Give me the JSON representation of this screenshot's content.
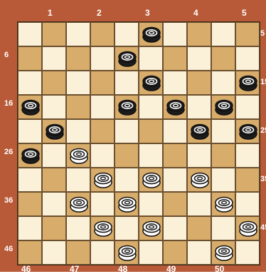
{
  "labels": {
    "top": [
      "1",
      "2",
      "3",
      "4",
      "5"
    ],
    "bottom": [
      "46",
      "47",
      "48",
      "49",
      "50"
    ],
    "left": [
      "6",
      "16",
      "26",
      "36",
      "46"
    ],
    "right": [
      "5",
      "15",
      "25",
      "35",
      "45"
    ]
  },
  "colors": {
    "border": "#b85a37",
    "light_square": "#fbf0d8",
    "dark_square": "#d8ac6a",
    "piece_dark": "#1c1c1c",
    "piece_light": "#ffffff"
  },
  "pieces": [
    {
      "square": 3,
      "color": "black"
    },
    {
      "square": 8,
      "color": "black"
    },
    {
      "square": 13,
      "color": "black"
    },
    {
      "square": 15,
      "color": "black"
    },
    {
      "square": 16,
      "color": "black"
    },
    {
      "square": 18,
      "color": "black"
    },
    {
      "square": 19,
      "color": "black"
    },
    {
      "square": 20,
      "color": "black"
    },
    {
      "square": 21,
      "color": "black"
    },
    {
      "square": 24,
      "color": "black"
    },
    {
      "square": 25,
      "color": "black"
    },
    {
      "square": 26,
      "color": "black"
    },
    {
      "square": 27,
      "color": "white"
    },
    {
      "square": 32,
      "color": "white"
    },
    {
      "square": 33,
      "color": "white"
    },
    {
      "square": 34,
      "color": "white"
    },
    {
      "square": 37,
      "color": "white"
    },
    {
      "square": 38,
      "color": "white"
    },
    {
      "square": 40,
      "color": "white"
    },
    {
      "square": 42,
      "color": "white"
    },
    {
      "square": 43,
      "color": "white"
    },
    {
      "square": 45,
      "color": "white"
    },
    {
      "square": 48,
      "color": "white"
    },
    {
      "square": 50,
      "color": "white"
    }
  ]
}
